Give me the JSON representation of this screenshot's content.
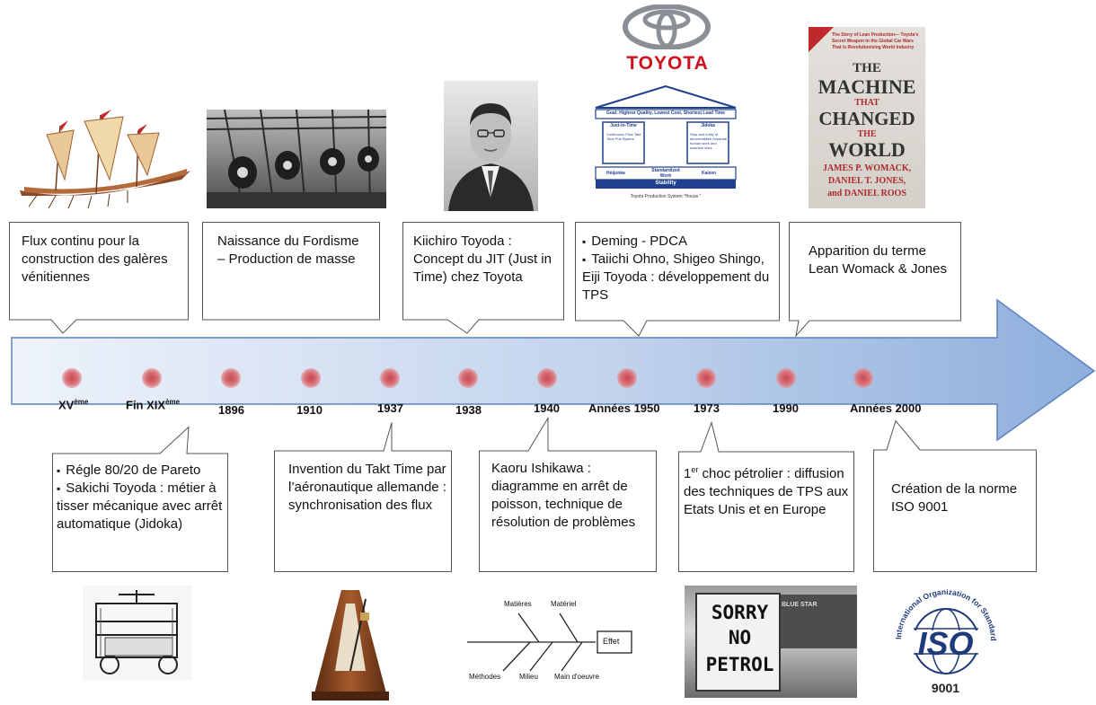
{
  "timeline": {
    "years": [
      {
        "label": "XV",
        "sup": "ème"
      },
      {
        "label": "Fin XIX",
        "sup": "ème"
      },
      {
        "label": "1896"
      },
      {
        "label": "1910"
      },
      {
        "label": "1937"
      },
      {
        "label": "1938"
      },
      {
        "label": "1940"
      },
      {
        "label": "Années 1950"
      },
      {
        "label": "1973"
      },
      {
        "label": "1990"
      },
      {
        "label": "Années 2000"
      }
    ]
  },
  "top_callouts": {
    "galeres": "Flux continu pour la construction des galères vénitiennes",
    "fordisme": "Naissance du Fordisme – Production de masse",
    "kiichiro": "Kiichiro Toyoda : Concept du JIT (Just in Time) chez Toyota",
    "deming_1": "Deming - PDCA",
    "deming_2": "Taiichi Ohno, Shigeo Shingo,  Eiji Toyoda : développement du TPS",
    "lean": "Apparition du terme Lean Womack & Jones"
  },
  "bottom_callouts": {
    "pareto_1": "Régle 80/20 de Pareto",
    "pareto_2": "Sakichi Toyoda : métier à tisser mécanique avec arrêt automatique (Jidoka)",
    "takt": "Invention du Takt Time par l’aéronautique allemande : synchronisation des flux",
    "ishikawa": "Kaoru Ishikawa : diagramme en arrêt de poisson, technique de résolution de problèmes",
    "choc_1": "1",
    "choc_sup": "er",
    "choc_2": " choc pétrolier : diffusion des techniques de TPS aux Etats Unis et en Europe",
    "iso": "Création de la norme ISO 9001"
  },
  "images": {
    "toyota_logo": "TOYOTA",
    "tps_house": {
      "roof": "Goal: Highest Quality, Lowest Cost, Shortest Lead Time",
      "left_pillar": "Just-in-Time",
      "left_pillar_text": "Continuous Flow Takt Time Pull System",
      "right_pillar": "Jidoka",
      "right_pillar_text": "Stop and notify of abnormalities Separate human work and machine work",
      "heijunka": "Heijunka",
      "standardized": "Standardized Work",
      "kaizen": "Kaizen",
      "stability": "Stability",
      "caption": "Toyota Production System \"House.\""
    },
    "book": {
      "tagline": "The Story of Lean Production— Toyota's Secret Weapon in the Global Car Wars That Is Revolutionizing World Industry",
      "the1": "THE",
      "machine": "MACHINE",
      "that": "THAT",
      "changed": "CHANGED",
      "the2": "THE",
      "world": "WORLD",
      "authors1": "JAMES P. WOMACK,",
      "authors2": "DANIEL T. JONES,",
      "authors3": "and DANIEL ROOS"
    },
    "fishbone": {
      "matieres": "Matières",
      "materiel": "Matériel",
      "effet": "Effet",
      "methodes": "Méthodes",
      "milieu": "Milieu",
      "main": "Main d'oeuvre"
    },
    "sign": {
      "line1": "SORRY",
      "line2": "NO",
      "line3": "PETROL",
      "store": "BLUE STAR"
    },
    "iso": {
      "ring": "International Organization for Standardization",
      "logo": "ISO",
      "number": "9001"
    }
  }
}
